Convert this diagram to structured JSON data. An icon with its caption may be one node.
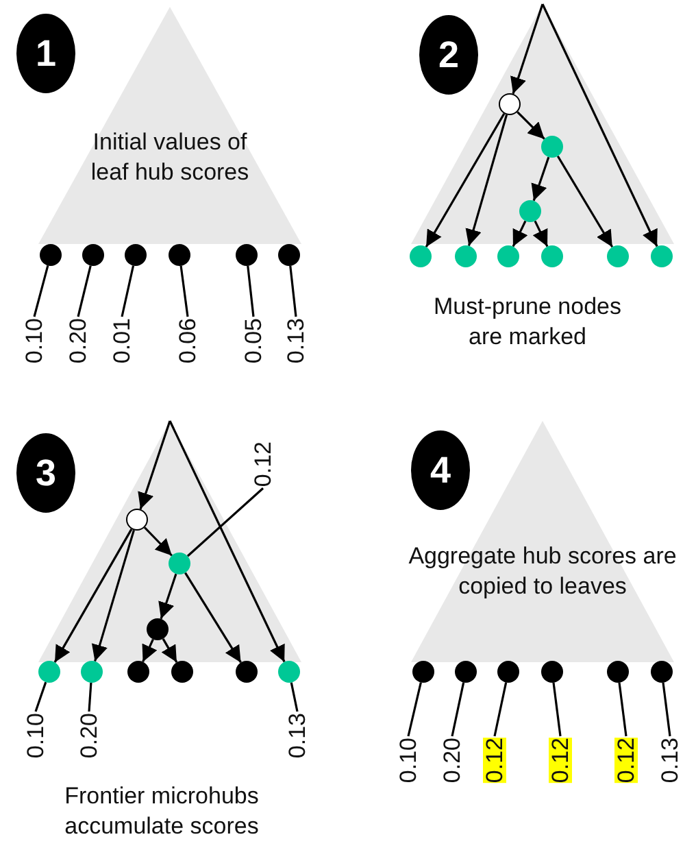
{
  "diagram": {
    "nodes": [
      {
        "text": [
          "1"
        ]
      },
      {
        "text": [
          "Initial values of leaf hub scores"
        ]
      },
      {
        "text": [],
        "shape": "circle"
      },
      {
        "text": [],
        "shape": "circle"
      },
      {
        "text": [],
        "shape": "circle"
      },
      {
        "text": [],
        "shape": "circle"
      },
      {
        "text": [],
        "shape": "circle"
      },
      {
        "text": [],
        "shape": "circle"
      },
      {
        "text": [
          "0.10"
        ]
      },
      {
        "text": [
          "0.20"
        ]
      },
      {
        "text": [
          "0.01"
        ]
      },
      {
        "text": [
          "0.06"
        ]
      },
      {
        "text": [
          "0.05"
        ]
      },
      {
        "text": [
          "0.13"
        ]
      },
      {
        "text": [
          "2"
        ]
      },
      {
        "text": [],
        "shape": "triangle"
      },
      {
        "text": [],
        "shape": "circle",
        "in": 15
      },
      {
        "text": [],
        "shape": "circle",
        "in": 15
      },
      {
        "text": [],
        "shape": "circle",
        "in": 15
      },
      {
        "text": [],
        "shape": "circle"
      },
      {
        "text": [],
        "shape": "circle"
      },
      {
        "text": [],
        "shape": "circle"
      },
      {
        "text": [],
        "shape": "circle"
      },
      {
        "text": [],
        "shape": "circle"
      },
      {
        "text": [],
        "shape": "circle"
      },
      {
        "text": [
          "3"
        ]
      },
      {
        "text": [],
        "shape": "triangle"
      },
      {
        "text": [],
        "shape": "circle",
        "in": 26
      },
      {
        "text": [],
        "shape": "circle",
        "in": 26
      },
      {
        "text": [],
        "shape": "circle",
        "in": 26
      },
      {
        "text": [
          "0.12"
        ]
      },
      {
        "text": [],
        "shape": "circle"
      },
      {
        "text": [],
        "shape": "circle"
      },
      {
        "text": [],
        "shape": "circle"
      },
      {
        "text": [],
        "shape": "circle"
      },
      {
        "text": [],
        "shape": "circle"
      },
      {
        "text": [],
        "shape": "circle"
      },
      {
        "text": [
          "0.10"
        ]
      },
      {
        "text": [
          "0.20"
        ]
      },
      {
        "text": [
          "0.13"
        ]
      },
      {
        "text": [
          "4"
        ]
      },
      {
        "text": [
          "Aggregate hub scores are copied to leaves"
        ]
      },
      {
        "text": [],
        "shape": "circle"
      },
      {
        "text": [],
        "shape": "circle"
      },
      {
        "text": [],
        "shape": "circle"
      },
      {
        "text": [],
        "shape": "circle"
      },
      {
        "text": [],
        "shape": "circle"
      },
      {
        "text": [],
        "shape": "circle"
      },
      {
        "text": [
          "0.10"
        ]
      },
      {
        "text": [
          "0.20"
        ]
      },
      {
        "text": [
          "0.12"
        ]
      },
      {
        "text": [
          "0.12"
        ]
      },
      {
        "text": [
          "0.12"
        ]
      },
      {
        "text": [
          "0.13"
        ]
      }
    ],
    "edges": [
      {
        "from": 8,
        "to": 2,
        "arrow": "none"
      },
      {
        "from": 9,
        "to": 3,
        "arrow": "none"
      },
      {
        "from": 10,
        "to": 4,
        "arrow": "none"
      },
      {
        "from": 11,
        "to": 5,
        "arrow": "none"
      },
      {
        "from": 12,
        "to": 6,
        "arrow": "none"
      },
      {
        "from": 13,
        "to": 7,
        "arrow": "none"
      },
      {
        "from": 15,
        "to": 16,
        "arrow": "to"
      },
      {
        "from": 16,
        "to": 19,
        "arrow": "to"
      },
      {
        "from": 16,
        "to": 20,
        "arrow": "to"
      },
      {
        "from": 16,
        "to": 17,
        "arrow": "to"
      },
      {
        "from": 17,
        "to": 18,
        "arrow": "to"
      },
      {
        "from": 17,
        "to": 23,
        "arrow": "to"
      },
      {
        "from": 18,
        "to": 21,
        "arrow": "to"
      },
      {
        "from": 18,
        "to": 22,
        "arrow": "to"
      },
      {
        "from": 15,
        "to": 24,
        "arrow": "to"
      },
      {
        "from": 26,
        "to": 27,
        "arrow": "to"
      },
      {
        "from": 27,
        "to": 31,
        "arrow": "to"
      },
      {
        "from": 27,
        "to": 32,
        "arrow": "to"
      },
      {
        "from": 27,
        "to": 28,
        "arrow": "to"
      },
      {
        "from": 28,
        "to": 29,
        "arrow": "to"
      },
      {
        "from": 28,
        "to": 35,
        "arrow": "to"
      },
      {
        "from": 29,
        "to": 33,
        "arrow": "to"
      },
      {
        "from": 29,
        "to": 34,
        "arrow": "to"
      },
      {
        "from": 26,
        "to": 36,
        "arrow": "to"
      },
      {
        "from": 30,
        "to": 28,
        "arrow": "none"
      },
      {
        "from": 37,
        "to": 31,
        "arrow": "none"
      },
      {
        "from": 38,
        "to": 32,
        "arrow": "none"
      },
      {
        "from": 39,
        "to": 36,
        "arrow": "none"
      },
      {
        "from": 48,
        "to": 42,
        "arrow": "none"
      },
      {
        "from": 49,
        "to": 43,
        "arrow": "none"
      },
      {
        "from": 50,
        "to": 44,
        "arrow": "none"
      },
      {
        "from": 51,
        "to": 45,
        "arrow": "none"
      },
      {
        "from": 52,
        "to": 46,
        "arrow": "none"
      },
      {
        "from": 53,
        "to": 47,
        "arrow": "none"
      }
    ],
    "labels": [
      "Must-prune nodes are marked",
      "Frontier microhubs accumulate scores"
    ]
  }
}
